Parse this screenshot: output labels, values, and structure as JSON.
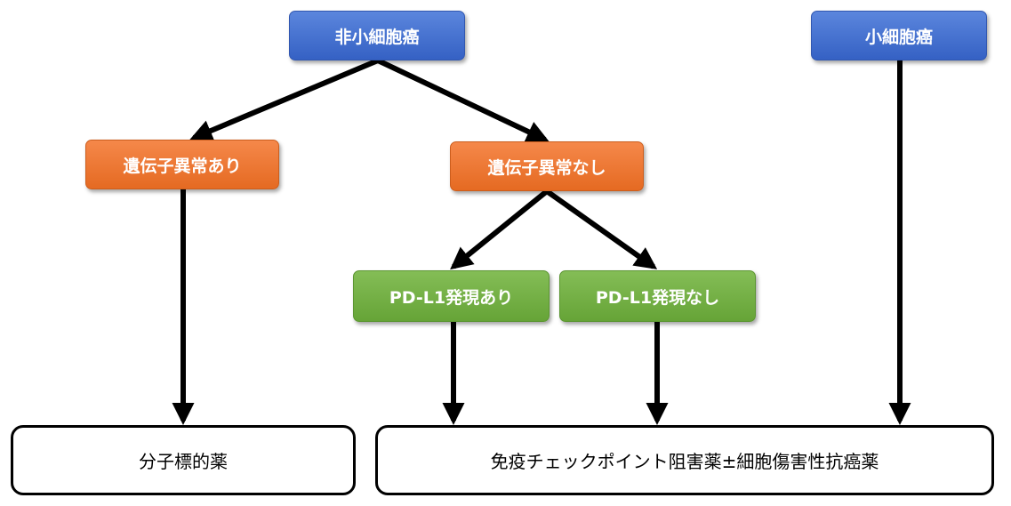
{
  "nodes": {
    "nsclc": "非小細胞癌",
    "sclc": "小細胞癌",
    "mutation_yes": "遺伝子異常あり",
    "mutation_no": "遺伝子異常なし",
    "pdl1_yes": "PD-L1発現あり",
    "pdl1_no": "PD-L1発現なし"
  },
  "results": {
    "targeted": "分子標的薬",
    "immuno": "免疫チェックポイント阻害薬±細胞傷害性抗癌薬"
  },
  "colors": {
    "blue": "#3a66c8",
    "orange": "#e9722c",
    "green": "#6ea93f",
    "arrow": "#000000"
  }
}
